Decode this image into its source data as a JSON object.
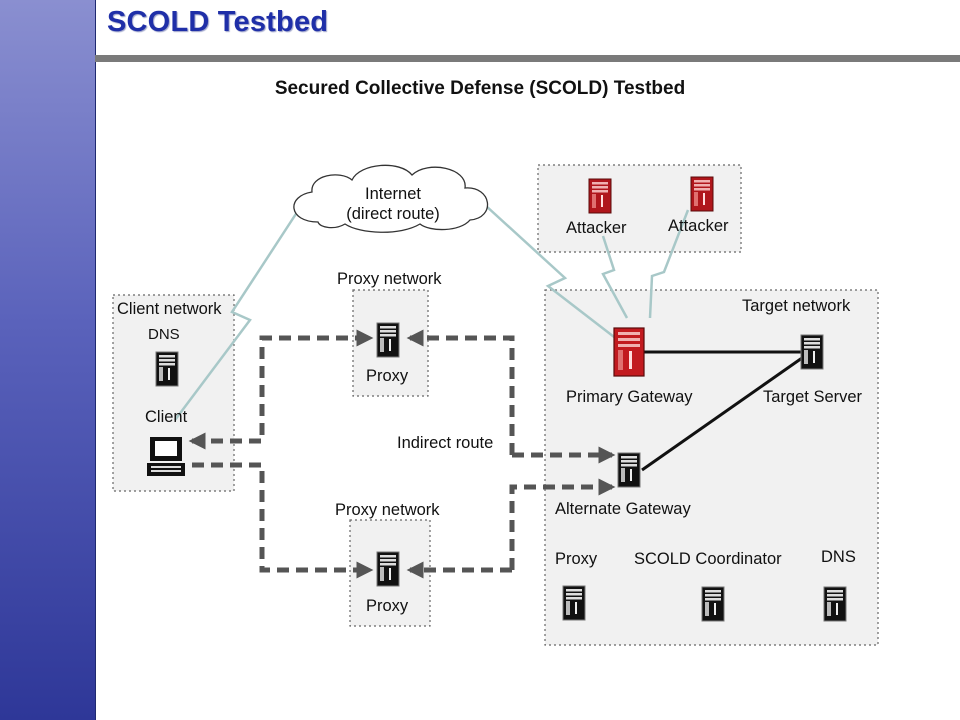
{
  "slide": {
    "title": "SCOLD Testbed"
  },
  "diagram": {
    "title": "Secured Collective Defense (SCOLD) Testbed",
    "internet": {
      "line1": "Internet",
      "line2": "(direct route)"
    },
    "client_network": {
      "label": "Client network",
      "dns_label": "DNS",
      "client_label": "Client"
    },
    "proxy_network_top": {
      "label": "Proxy network",
      "proxy_label": "Proxy"
    },
    "proxy_network_bottom": {
      "label": "Proxy network",
      "proxy_label": "Proxy"
    },
    "indirect_route_label": "Indirect route",
    "attackers": [
      {
        "label": "Attacker"
      },
      {
        "label": "Attacker"
      }
    ],
    "target_network": {
      "label": "Target network",
      "primary_gateway": "Primary Gateway",
      "target_server": "Target Server",
      "alternate_gateway": "Alternate Gateway",
      "proxy": "Proxy",
      "coordinator": "SCOLD Coordinator",
      "dns": "DNS"
    },
    "colors": {
      "server_body": "#111111",
      "attacker_body": "#b0161c",
      "dashed_route": "#555555",
      "lightning": "#a8c8c8",
      "slide_title": "#1f2fa8"
    },
    "icons": [
      "server-icon",
      "attacker-server-icon",
      "computer-icon",
      "cloud-icon"
    ]
  }
}
